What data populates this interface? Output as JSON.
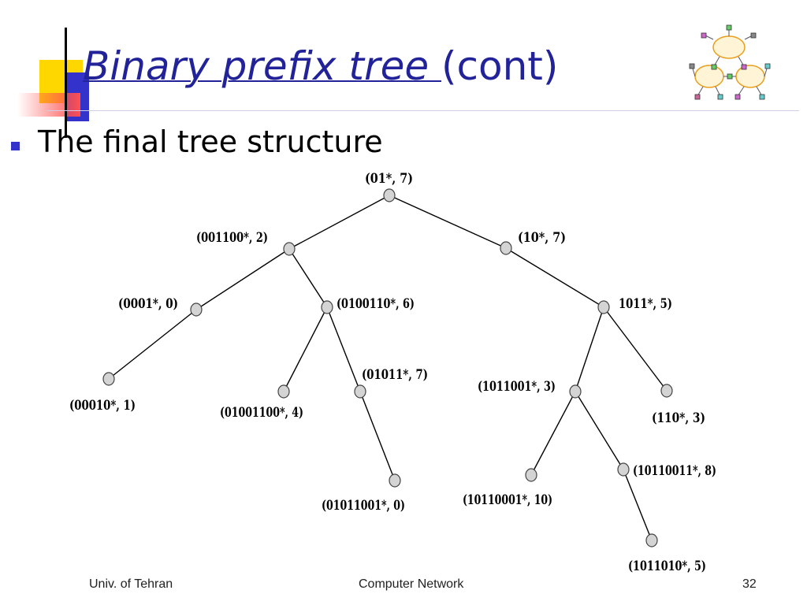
{
  "slide": {
    "title_main": "Binary prefix tree ",
    "title_suffix": "(cont)",
    "bullet": "The final tree structure",
    "colors": {
      "title": "#222299",
      "accent_yellow": "#ffd700",
      "accent_blue": "#3333cc",
      "accent_red": "#ff5050"
    }
  },
  "tree": {
    "nodes": [
      {
        "id": "n01",
        "label": "(01*, 7)"
      },
      {
        "id": "n001100",
        "label": "(001100*, 2)"
      },
      {
        "id": "n10",
        "label": "(10*, 7)"
      },
      {
        "id": "n0001",
        "label": "(0001*, 0)"
      },
      {
        "id": "n0100110",
        "label": "(0100110*, 6)"
      },
      {
        "id": "n1011",
        "label": "1011*, 5)"
      },
      {
        "id": "n00010",
        "label": "(00010*, 1)"
      },
      {
        "id": "n01001100",
        "label": "(01001100*, 4)"
      },
      {
        "id": "n01011",
        "label": "(01011*, 7)"
      },
      {
        "id": "n1011001",
        "label": "(1011001*, 3)"
      },
      {
        "id": "n110",
        "label": "(110*, 3)"
      },
      {
        "id": "n01011001",
        "label": "(01011001*, 0)"
      },
      {
        "id": "n10110001",
        "label": "(10110001*, 10)"
      },
      {
        "id": "n10110011",
        "label": "(10110011*, 8)"
      },
      {
        "id": "n1011010",
        "label": "(1011010*, 5)"
      }
    ],
    "edges": [
      {
        "from": "n01",
        "to": "n001100",
        "style": "normal"
      },
      {
        "from": "n01",
        "to": "n10",
        "style": "bold"
      },
      {
        "from": "n001100",
        "to": "n0001",
        "style": "normal"
      },
      {
        "from": "n001100",
        "to": "n0100110",
        "style": "normal"
      },
      {
        "from": "n10",
        "to": "n1011",
        "style": "normal"
      },
      {
        "from": "n0001",
        "to": "n00010",
        "style": "normal"
      },
      {
        "from": "n0100110",
        "to": "n01001100",
        "style": "normal"
      },
      {
        "from": "n0100110",
        "to": "n01011",
        "style": "normal"
      },
      {
        "from": "n1011",
        "to": "n1011001",
        "style": "normal"
      },
      {
        "from": "n1011",
        "to": "n110",
        "style": "normal"
      },
      {
        "from": "n01011",
        "to": "n01011001",
        "style": "normal"
      },
      {
        "from": "n1011001",
        "to": "n10110001",
        "style": "normal"
      },
      {
        "from": "n1011001",
        "to": "n10110011",
        "style": "normal"
      },
      {
        "from": "n10110011",
        "to": "n1011010",
        "style": "thin"
      }
    ]
  },
  "footer": {
    "left": "Univ. of Tehran",
    "center": "Computer Network",
    "page": "32"
  }
}
